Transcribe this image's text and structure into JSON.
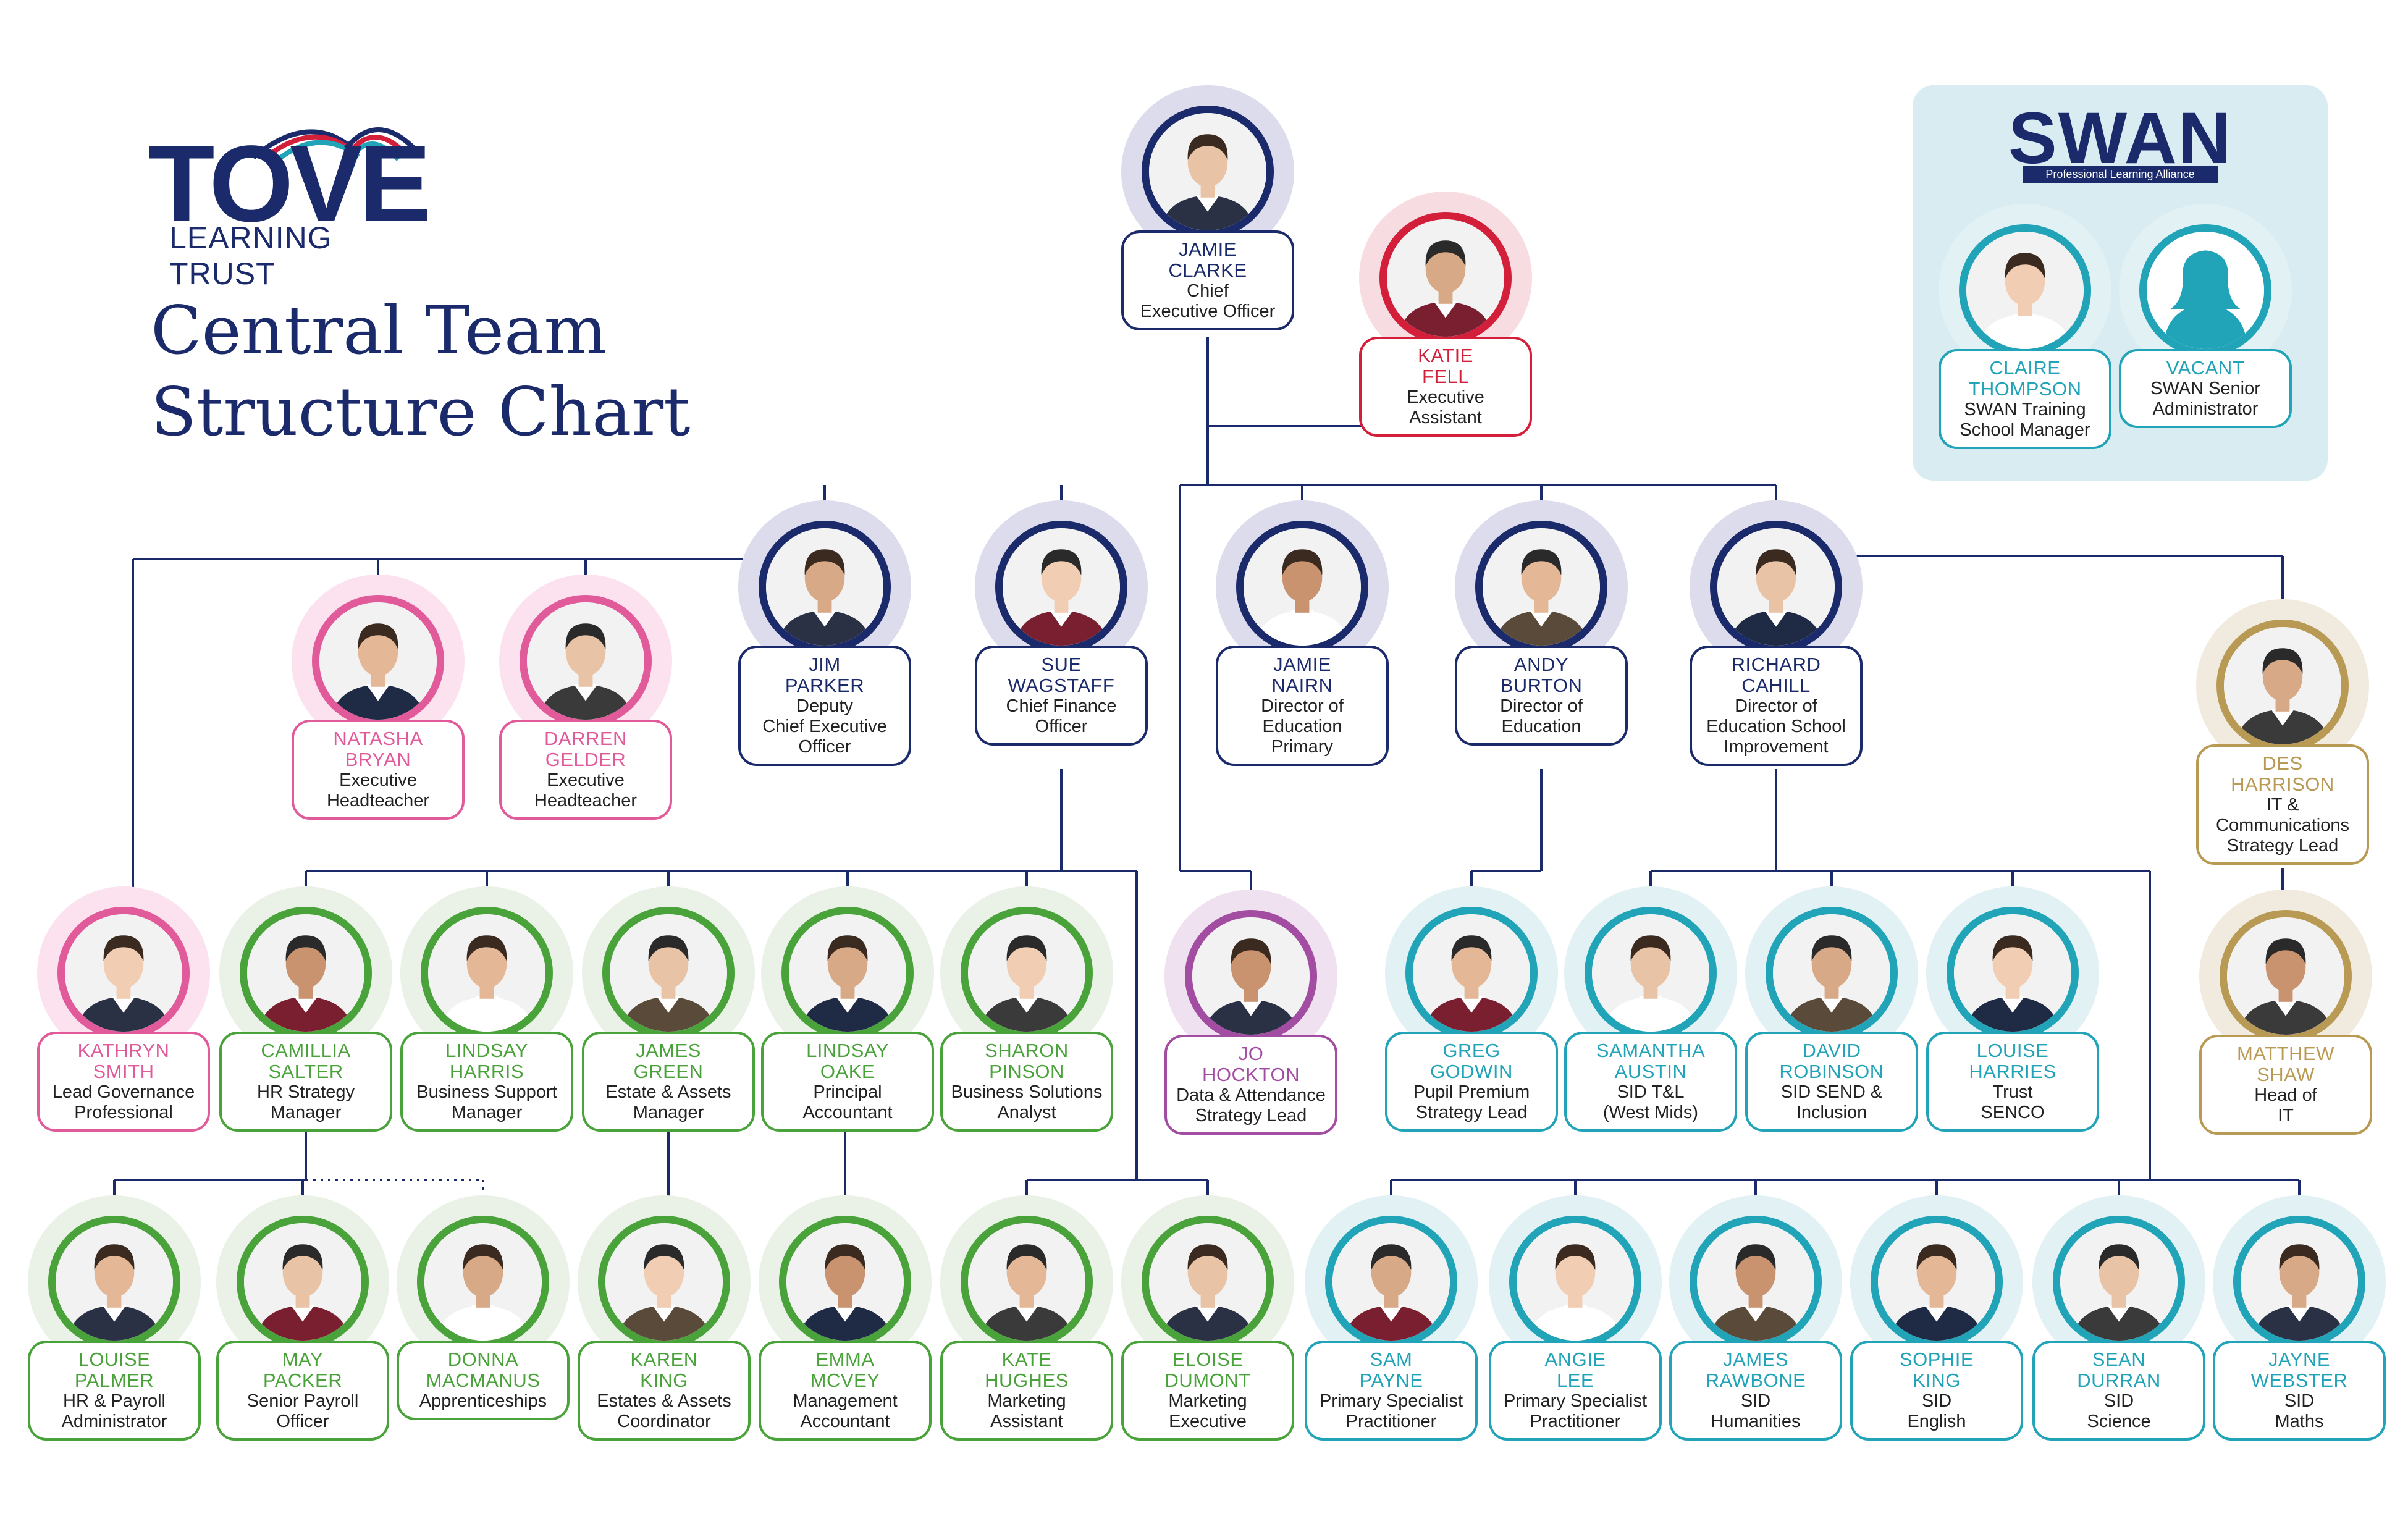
{
  "logo": {
    "word": "TOVE",
    "sub": "LEARNING TRUST"
  },
  "title": {
    "line1": "Central Team",
    "line2": "Structure Chart"
  },
  "swan": {
    "word": "SWAN",
    "tagline": "Professional Learning Alliance"
  },
  "colors": {
    "navy": "#1b2a6b",
    "red": "#d41f3b",
    "pink": "#e15a9a",
    "green": "#4aa23a",
    "purple": "#a24da2",
    "teal": "#21a3b8",
    "gold": "#b99a55"
  },
  "people": [
    {
      "id": "jamie-clarke",
      "first": "JAMIE",
      "last": "CLARKE",
      "role": [
        "Chief",
        "Executive Officer"
      ],
      "color": "navy"
    },
    {
      "id": "katie-fell",
      "first": "KATIE",
      "last": "FELL",
      "role": [
        "Executive",
        "Assistant"
      ],
      "color": "red"
    },
    {
      "id": "claire-thompson",
      "first": "CLAIRE",
      "last": "THOMPSON",
      "role": [
        "SWAN Training",
        "School Manager"
      ],
      "color": "teal"
    },
    {
      "id": "vacant",
      "first": "VACANT",
      "last": "",
      "role": [
        "SWAN Senior",
        "Administrator"
      ],
      "color": "teal",
      "icon": "person-silhouette-icon"
    },
    {
      "id": "natasha-bryan",
      "first": "NATASHA",
      "last": "BRYAN",
      "role": [
        "Executive",
        "Headteacher"
      ],
      "color": "pink"
    },
    {
      "id": "darren-gelder",
      "first": "DARREN",
      "last": "GELDER",
      "role": [
        "Executive",
        "Headteacher"
      ],
      "color": "pink"
    },
    {
      "id": "jim-parker",
      "first": "JIM",
      "last": "PARKER",
      "role": [
        "Deputy",
        "Chief Executive",
        "Officer"
      ],
      "color": "navy"
    },
    {
      "id": "sue-wagstaff",
      "first": "SUE",
      "last": "WAGSTAFF",
      "role": [
        "Chief Finance",
        "Officer"
      ],
      "color": "navy"
    },
    {
      "id": "jamie-nairn",
      "first": "JAMIE",
      "last": "NAIRN",
      "role": [
        "Director of",
        "Education",
        "Primary"
      ],
      "color": "navy"
    },
    {
      "id": "andy-burton",
      "first": "ANDY",
      "last": "BURTON",
      "role": [
        "Director of",
        "Education"
      ],
      "color": "navy"
    },
    {
      "id": "richard-cahill",
      "first": "RICHARD",
      "last": "CAHILL",
      "role": [
        "Director of",
        "Education School",
        "Improvement"
      ],
      "color": "navy"
    },
    {
      "id": "des-harrison",
      "first": "DES",
      "last": "HARRISON",
      "role": [
        "IT &",
        "Communications",
        "Strategy Lead"
      ],
      "color": "gold"
    },
    {
      "id": "kathryn-smith",
      "first": "KATHRYN",
      "last": "SMITH",
      "role": [
        "Lead Governance",
        "Professional"
      ],
      "color": "pink"
    },
    {
      "id": "camillia-salter",
      "first": "CAMILLIA",
      "last": "SALTER",
      "role": [
        "HR Strategy",
        "Manager"
      ],
      "color": "green"
    },
    {
      "id": "lindsay-harris",
      "first": "LINDSAY",
      "last": "HARRIS",
      "role": [
        "Business Support",
        "Manager"
      ],
      "color": "green"
    },
    {
      "id": "james-green",
      "first": "JAMES",
      "last": "GREEN",
      "role": [
        "Estate & Assets",
        "Manager"
      ],
      "color": "green"
    },
    {
      "id": "lindsay-oake",
      "first": "LINDSAY",
      "last": "OAKE",
      "role": [
        "Principal",
        "Accountant"
      ],
      "color": "green"
    },
    {
      "id": "sharon-pinson",
      "first": "SHARON",
      "last": "PINSON",
      "role": [
        "Business Solutions",
        "Analyst"
      ],
      "color": "green"
    },
    {
      "id": "jo-hockton",
      "first": "JO",
      "last": "HOCKTON",
      "role": [
        "Data & Attendance",
        "Strategy Lead"
      ],
      "color": "purple"
    },
    {
      "id": "greg-godwin",
      "first": "GREG",
      "last": "GODWIN",
      "role": [
        "Pupil Premium",
        "Strategy Lead"
      ],
      "color": "teal"
    },
    {
      "id": "samantha-austin",
      "first": "SAMANTHA",
      "last": "AUSTIN",
      "role": [
        "SID T&L",
        "(West Mids)"
      ],
      "color": "teal"
    },
    {
      "id": "david-robinson",
      "first": "DAVID",
      "last": "ROBINSON",
      "role": [
        "SID SEND &",
        "Inclusion"
      ],
      "color": "teal"
    },
    {
      "id": "louise-harries",
      "first": "LOUISE",
      "last": "HARRIES",
      "role": [
        "Trust",
        "SENCO"
      ],
      "color": "teal"
    },
    {
      "id": "matthew-shaw",
      "first": "MATTHEW",
      "last": "SHAW",
      "role": [
        "Head of",
        "IT"
      ],
      "color": "gold"
    },
    {
      "id": "louise-palmer",
      "first": "LOUISE",
      "last": "PALMER",
      "role": [
        "HR & Payroll",
        "Administrator"
      ],
      "color": "green"
    },
    {
      "id": "may-packer",
      "first": "MAY",
      "last": "PACKER",
      "role": [
        "Senior Payroll",
        "Officer"
      ],
      "color": "green"
    },
    {
      "id": "donna-macmanus",
      "first": "DONNA",
      "last": "MACMANUS",
      "role": [
        "Apprenticeships"
      ],
      "color": "green"
    },
    {
      "id": "karen-king",
      "first": "KAREN",
      "last": "KING",
      "role": [
        "Estates & Assets",
        "Coordinator"
      ],
      "color": "green"
    },
    {
      "id": "emma-mcvey",
      "first": "EMMA",
      "last": "MCVEY",
      "role": [
        "Management",
        "Accountant"
      ],
      "color": "green"
    },
    {
      "id": "kate-hughes",
      "first": "KATE",
      "last": "HUGHES",
      "role": [
        "Marketing",
        "Assistant"
      ],
      "color": "green"
    },
    {
      "id": "eloise-dumont",
      "first": "ELOISE",
      "last": "DUMONT",
      "role": [
        "Marketing",
        "Executive"
      ],
      "color": "green"
    },
    {
      "id": "sam-payne",
      "first": "SAM",
      "last": "PAYNE",
      "role": [
        "Primary Specialist",
        "Practitioner"
      ],
      "color": "teal"
    },
    {
      "id": "angie-lee",
      "first": "ANGIE",
      "last": "LEE",
      "role": [
        "Primary Specialist",
        "Practitioner"
      ],
      "color": "teal"
    },
    {
      "id": "james-rawbone",
      "first": "JAMES",
      "last": "RAWBONE",
      "role": [
        "SID",
        "Humanities"
      ],
      "color": "teal"
    },
    {
      "id": "sophie-king",
      "first": "SOPHIE",
      "last": "KING",
      "role": [
        "SID",
        "English"
      ],
      "color": "teal"
    },
    {
      "id": "sean-durran",
      "first": "SEAN",
      "last": "DURRAN",
      "role": [
        "SID",
        "Science"
      ],
      "color": "teal"
    },
    {
      "id": "jayne-webster",
      "first": "JAYNE",
      "last": "WEBSTER",
      "role": [
        "SID",
        "Maths"
      ],
      "color": "teal"
    }
  ]
}
